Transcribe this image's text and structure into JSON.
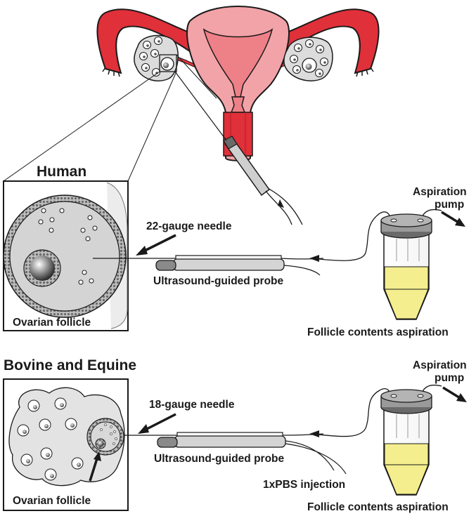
{
  "human_section": {
    "heading": "Human",
    "needle_label": "22-gauge needle",
    "probe_label": "Ultrasound-guided probe",
    "follicle_label": "Ovarian follicle",
    "pump_label_line1": "Aspiration",
    "pump_label_line2": "pump",
    "aspiration_label": "Follicle contents aspiration"
  },
  "bovine_section": {
    "heading": "Bovine and Equine",
    "needle_label": "18-gauge needle",
    "probe_label": "Ultrasound-guided probe",
    "follicle_label": "Ovarian follicle",
    "pump_label_line1": "Aspiration",
    "pump_label_line2": "pump",
    "injection_label": "1xPBS injection",
    "aspiration_label": "Follicle contents aspiration"
  },
  "colors": {
    "uterus_fill": "#f2a3a8",
    "uterus_inner": "#ee8088",
    "fallopian_red": "#e0303a",
    "ovary_gray": "#dcdcdc",
    "liquid_yellow": "#f4ee8e",
    "cap_gray": "#9a9a9a"
  }
}
